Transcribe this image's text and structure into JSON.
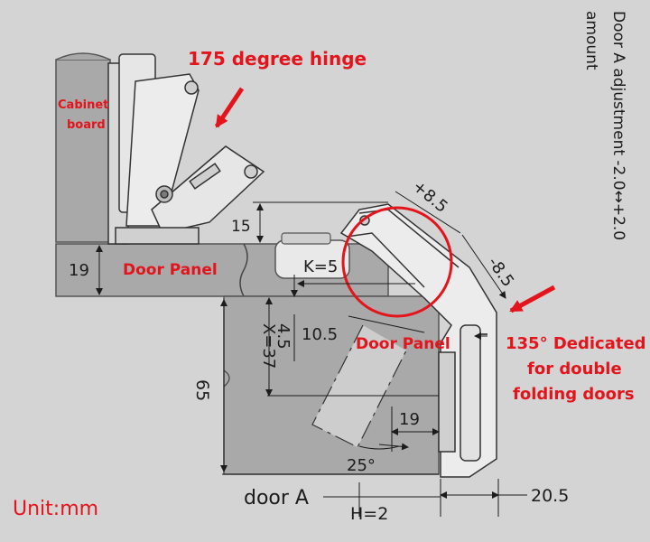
{
  "callouts": {
    "hinge_175": "175 degree hinge",
    "dedicated_line1": "135° Dedicated",
    "dedicated_line2": "for double",
    "dedicated_line3": "folding doors"
  },
  "parts": {
    "cabinet_line1": "Cabinet",
    "cabinet_line2": "board",
    "door_panel_left": "Door Panel",
    "door_panel_right": "Door Panel"
  },
  "adjustment": {
    "line1": "Door A adjustment -2.0↔+2.0",
    "line2": "amount"
  },
  "dimensions": {
    "d15": "15",
    "d19_left": "19",
    "k": "K=5",
    "x37": "X=37",
    "d4_5": "4.5",
    "d10_5": "10.5",
    "d65": "65",
    "d19_right": "19",
    "angle25": "25°",
    "plus8_5": "+8.5",
    "minus8_5": "-8.5",
    "d20_5": "20.5",
    "h2": "H=2",
    "door_a": "door A"
  },
  "unit_label": "Unit:mm",
  "colors": {
    "background": "#d4d4d4",
    "panel": "#a9a9a9",
    "accent_red": "#e3141b",
    "line": "#1c1c1c"
  }
}
